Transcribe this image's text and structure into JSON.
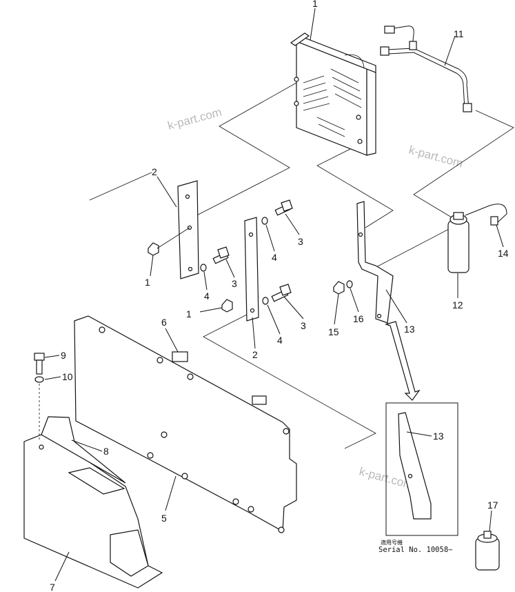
{
  "watermark": "k-part.com",
  "callouts": {
    "c1a": "1",
    "c1b": "1",
    "c1c": "1",
    "c2a": "2",
    "c2b": "2",
    "c3a": "3",
    "c3b": "3",
    "c3c": "3",
    "c4a": "4",
    "c4b": "4",
    "c4c": "4",
    "c5": "5",
    "c6": "6",
    "c7": "7",
    "c8": "8",
    "c9": "9",
    "c10": "10",
    "c11": "11",
    "c12": "12",
    "c13a": "13",
    "c13b": "13",
    "c14": "14",
    "c15": "15",
    "c16": "16",
    "c17": "17"
  },
  "inset": {
    "serial_jp": "適用号機",
    "serial_label": "Serial No. 10058~"
  }
}
